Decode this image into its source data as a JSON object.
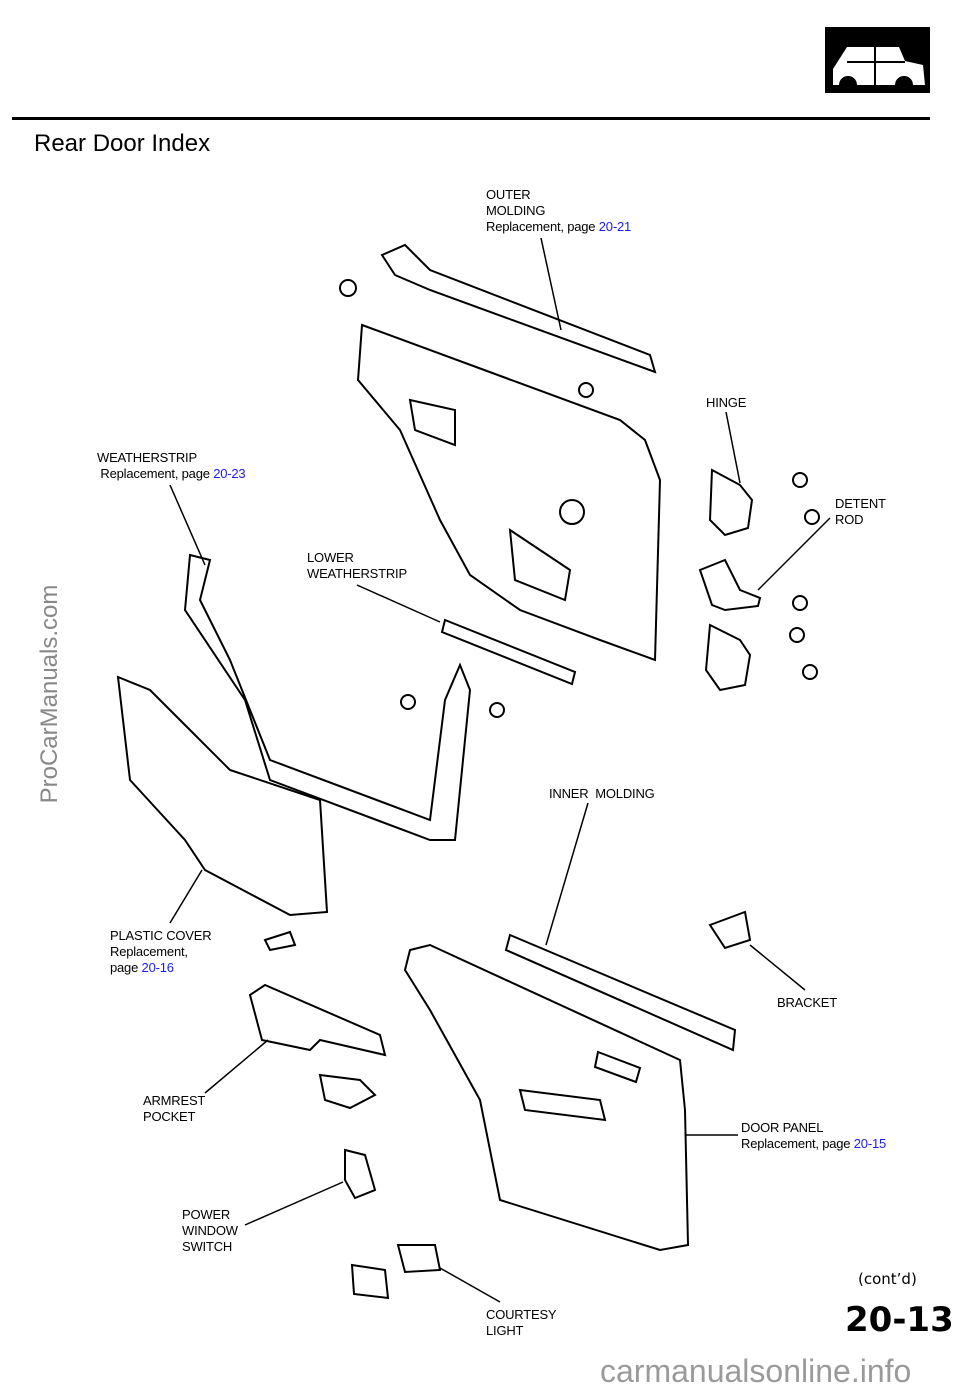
{
  "header": {
    "title": "Rear Door Index",
    "section_icon": "car-body-icon"
  },
  "callouts": {
    "outer_molding": {
      "name": "OUTER\nMOLDING",
      "text": "Replacement, page ",
      "page": "20-21"
    },
    "hinge": {
      "name": "HINGE"
    },
    "detent_rod": {
      "name": "DETENT\nROD"
    },
    "weatherstrip": {
      "name": "WEATHERSTRIP",
      "text": "Replacement, page ",
      "page": "20-23"
    },
    "lower_weatherstrip": {
      "name": "LOWER\nWEATHERSTRIP"
    },
    "inner_molding": {
      "name": "INNER  MOLDING"
    },
    "plastic_cover": {
      "name": "PLASTIC COVER",
      "text": "Replacement,\npage ",
      "page": "20-16"
    },
    "bracket": {
      "name": "BRACKET"
    },
    "armrest_pocket": {
      "name": "ARMREST\nPOCKET"
    },
    "door_panel": {
      "name": "DOOR PANEL",
      "text": "Replacement, page ",
      "page": "20-15"
    },
    "power_window_switch": {
      "name": "POWER\nWINDOW\nSWITCH"
    },
    "courtesy_light": {
      "name": "COURTESY\nLIGHT"
    }
  },
  "footer": {
    "contd": "(cont’d)",
    "page_number": "20-13"
  },
  "watermarks": {
    "side": "ProCarManuals.com",
    "bottom": "carmanualsonline.info"
  },
  "colors": {
    "link": "#1a1aff"
  }
}
